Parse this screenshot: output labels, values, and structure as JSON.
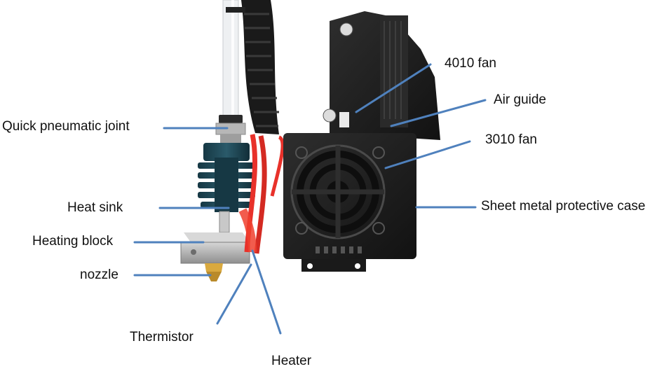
{
  "figure": {
    "labels": {
      "fan_4010": "4010 fan",
      "air_guide": "Air guide",
      "fan_3010": "3010 fan",
      "sheet_metal_case": "Sheet metal protective case",
      "quick_pneumatic_joint": "Quick pneumatic joint",
      "heat_sink": "Heat sink",
      "heating_block": "Heating block",
      "nozzle": "nozzle",
      "thermistor": "Thermistor",
      "heater": "Heater"
    },
    "colors": {
      "leader_line": "#4f81bd",
      "label_text": "#111111",
      "heat_sink": "#1e4654",
      "heating_block": "#b9b9b9",
      "nozzle": "#c9a03a",
      "wire_red": "#e8312a",
      "ptfe_tube": "#eef0f2",
      "case_black": "#1c1c1c"
    }
  }
}
